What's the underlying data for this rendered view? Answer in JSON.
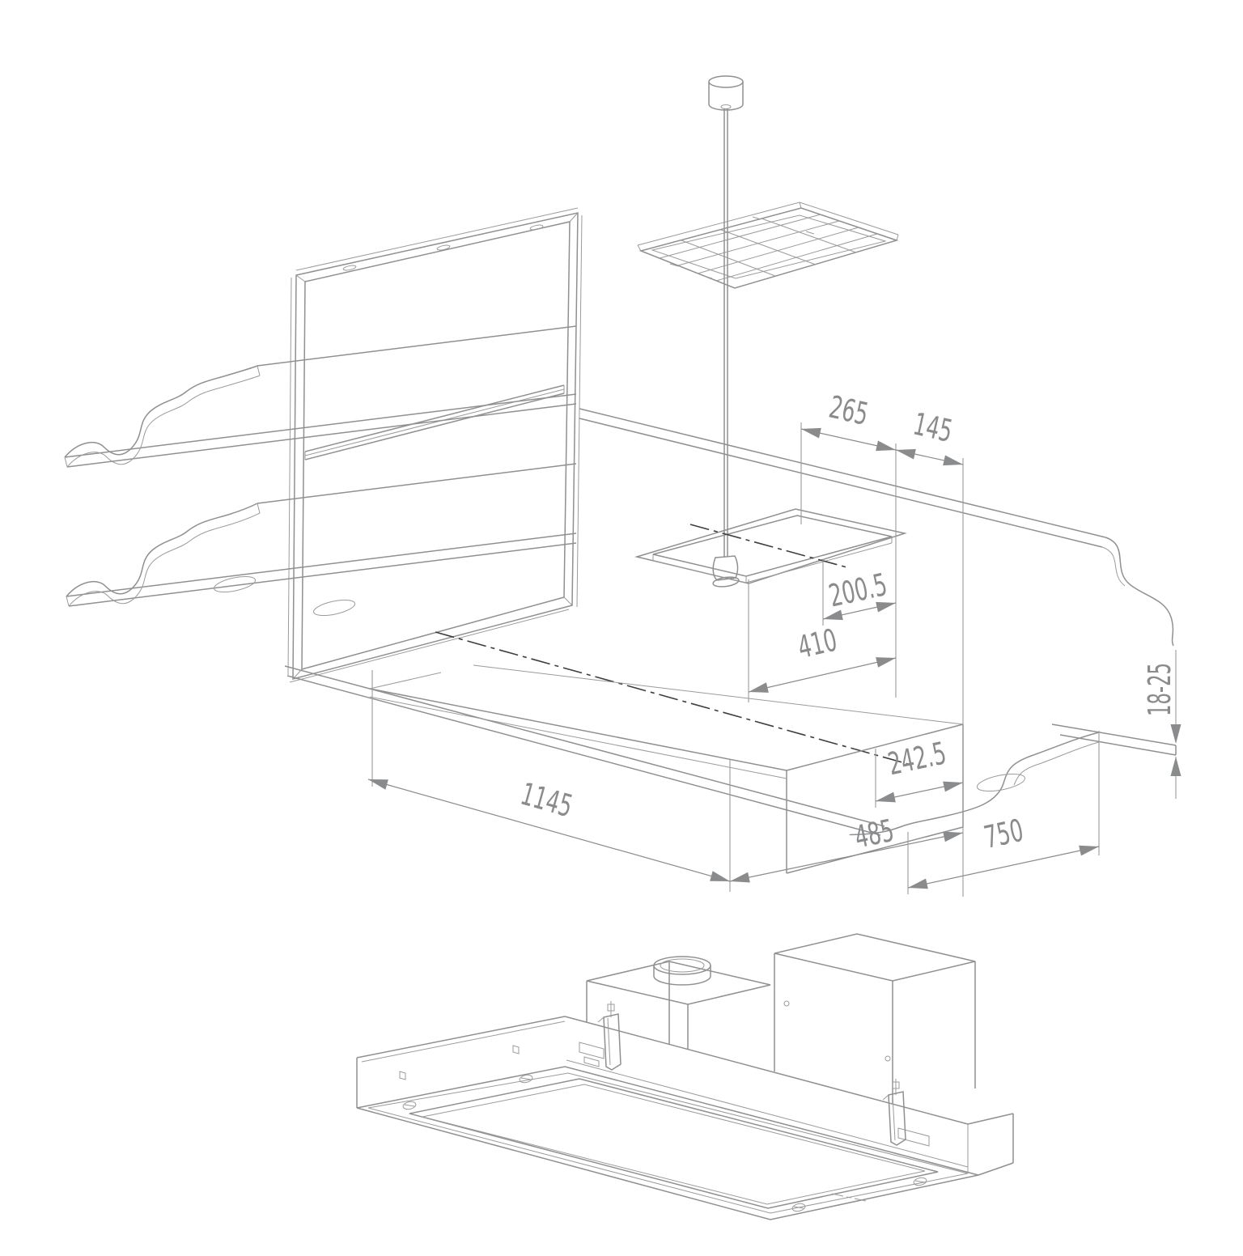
{
  "drawing": {
    "colors": {
      "background": "#ffffff",
      "line": "#8f9092",
      "dimension": "#8a8b8d",
      "centerline": "#3d3e40"
    },
    "dimensions": {
      "cutout_length_a": "265",
      "cutout_length_b": "145",
      "duct_offset": "200.5",
      "cutout_width": "410",
      "panel_thickness_range": "18-25",
      "housing_length": "1145",
      "housing_depth": "485",
      "duct_side_offset": "242.5",
      "edge_distance": "750"
    }
  }
}
